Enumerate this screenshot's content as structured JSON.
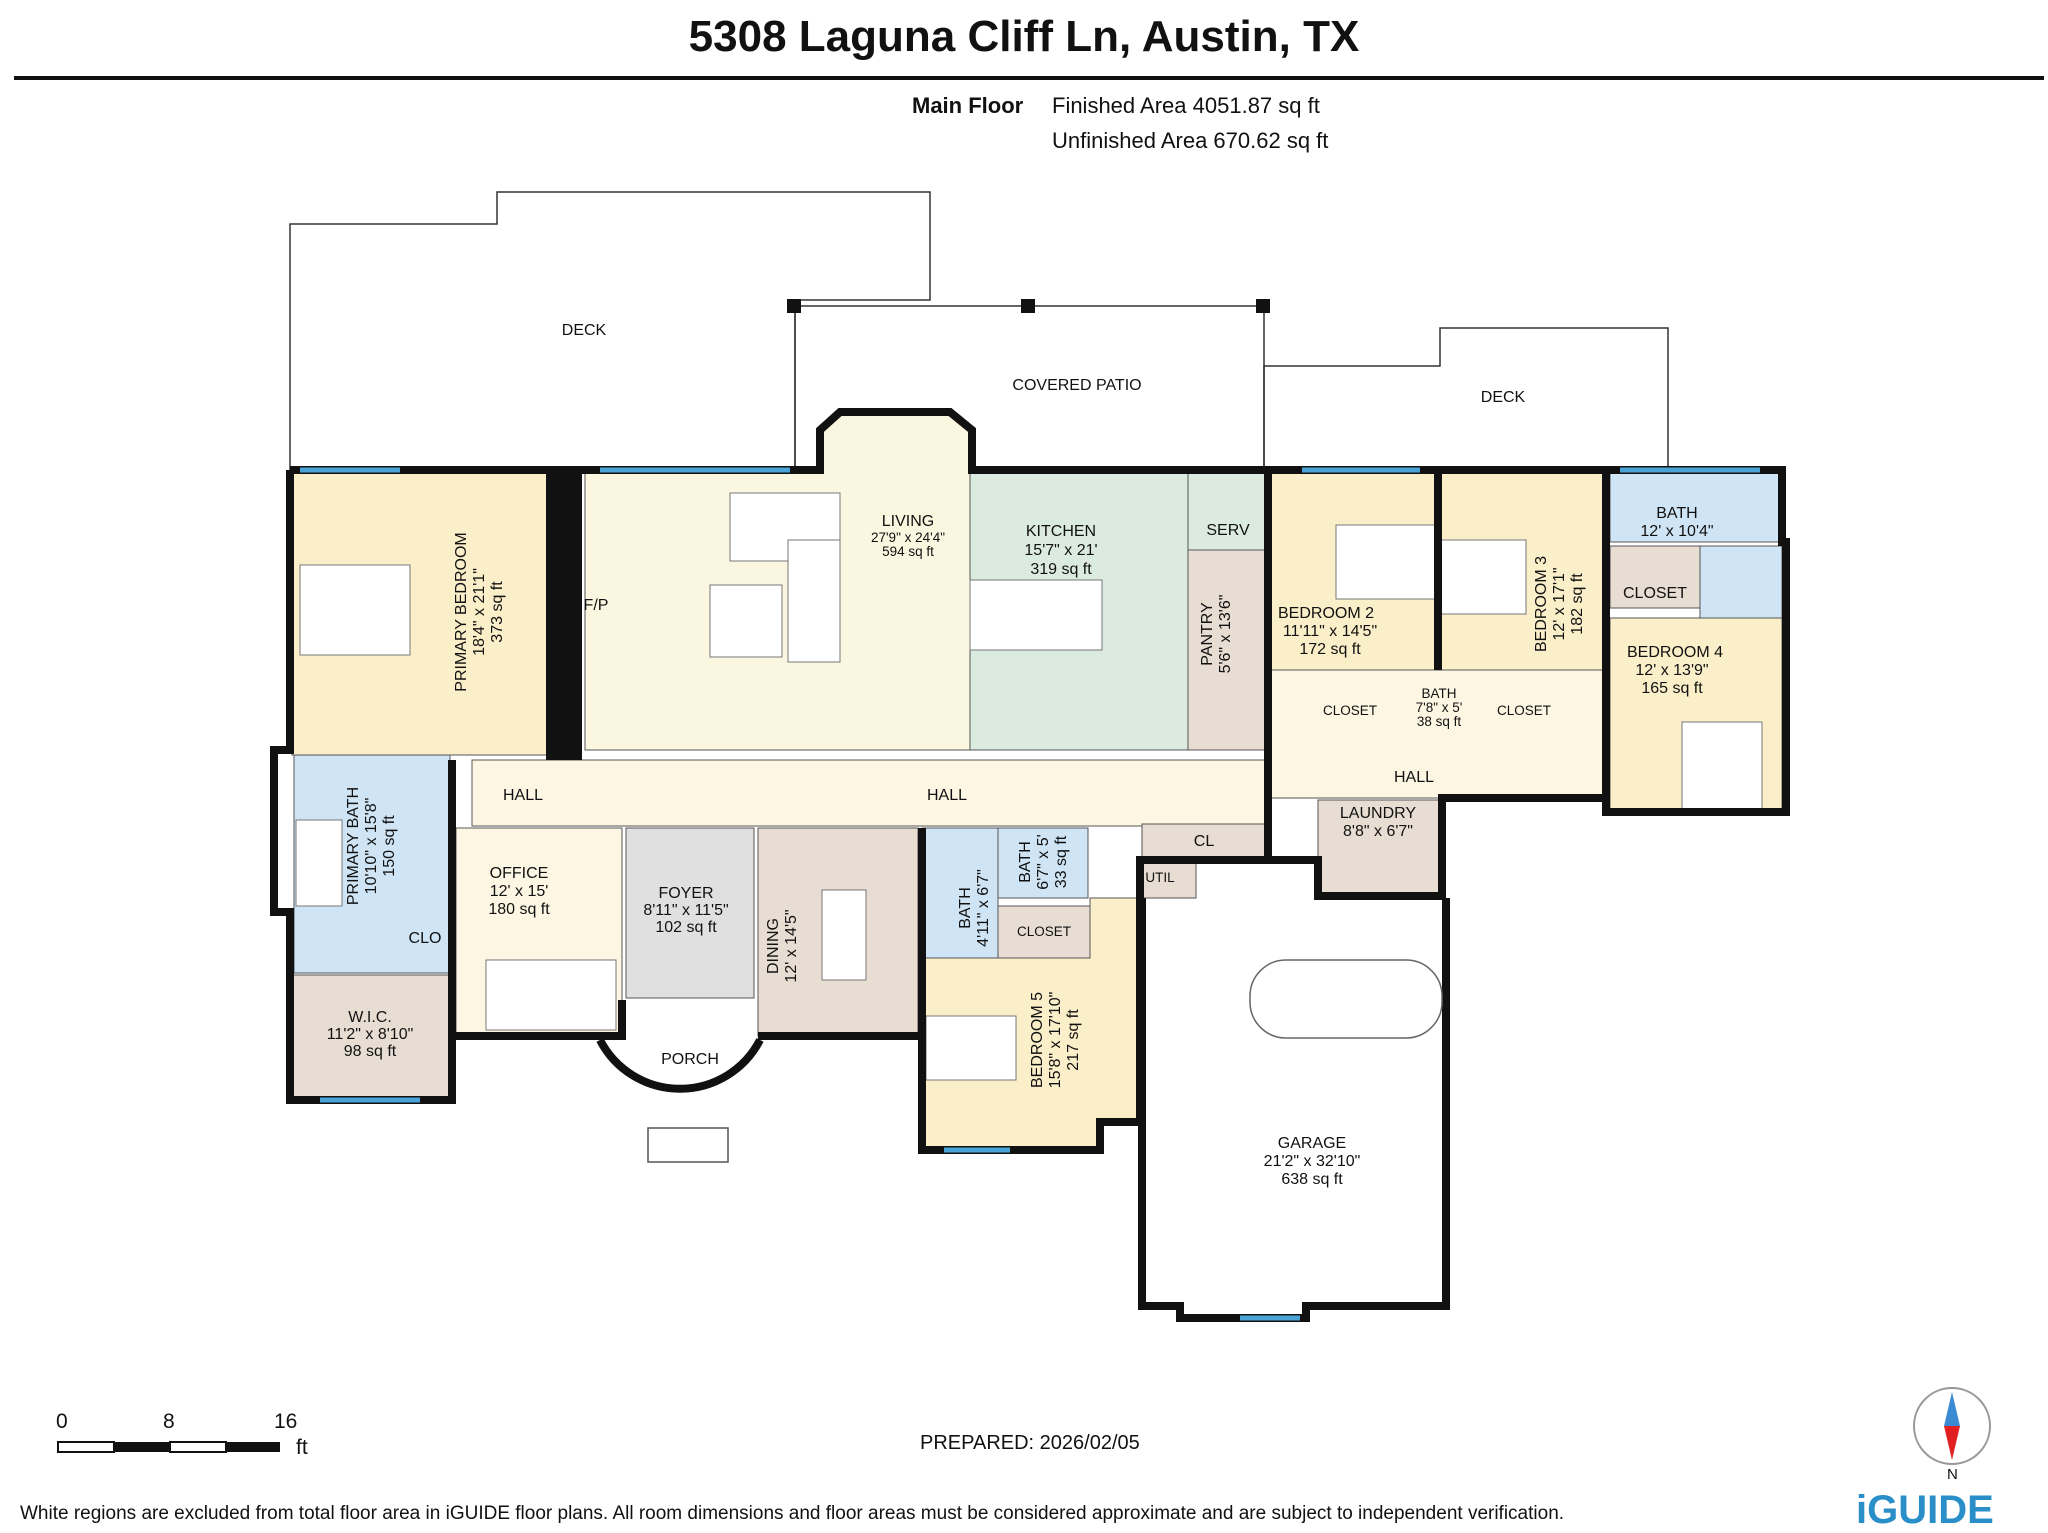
{
  "header": {
    "title": "5308 Laguna Cliff Ln, Austin, TX",
    "floor_name": "Main Floor",
    "finished_area": "Finished Area 4051.87 sq ft",
    "unfinished_area": "Unfinished Area 670.62 sq ft"
  },
  "outdoor": {
    "deck_left": "DECK",
    "covered_patio": "COVERED PATIO",
    "deck_right": "DECK",
    "porch": "PORCH"
  },
  "rooms": {
    "primary_bedroom": {
      "name": "PRIMARY BEDROOM",
      "dims": "18'4\" x 21'1\"",
      "area": "373 sq ft"
    },
    "fireplace": {
      "name": "F/P"
    },
    "living": {
      "name": "LIVING",
      "dims": "27'9\" x 24'4\"",
      "area": "594 sq ft"
    },
    "kitchen": {
      "name": "KITCHEN",
      "dims": "15'7\" x 21'",
      "area": "319 sq ft"
    },
    "serv": {
      "name": "SERV"
    },
    "pantry": {
      "name": "PANTRY",
      "dims": "5'6\" x 13'6\""
    },
    "bedroom2": {
      "name": "BEDROOM 2",
      "dims": "11'11\" x 14'5\"",
      "area": "172 sq ft"
    },
    "bedroom3": {
      "name": "BEDROOM 3",
      "dims": "12' x 17'1\"",
      "area": "182 sq ft"
    },
    "bath_ne": {
      "name": "BATH",
      "dims": "12' x 10'4\""
    },
    "closet_ne": {
      "name": "CLOSET"
    },
    "bedroom4": {
      "name": "BEDROOM 4",
      "dims": "12' x 13'9\"",
      "area": "165 sq ft"
    },
    "closet_b2": {
      "name": "CLOSET"
    },
    "bath_mid": {
      "name": "BATH",
      "dims": "7'8\" x 5'",
      "area": "38 sq ft"
    },
    "closet_b3": {
      "name": "CLOSET"
    },
    "hall_east": {
      "name": "HALL"
    },
    "laundry": {
      "name": "LAUNDRY",
      "dims": "8'8\" x 6'7\""
    },
    "hall_west": {
      "name": "HALL"
    },
    "hall_main": {
      "name": "HALL"
    },
    "primary_bath": {
      "name": "PRIMARY BATH",
      "dims": "10'10\" x 15'8\"",
      "area": "150 sq ft"
    },
    "clo": {
      "name": "CLO"
    },
    "wic": {
      "name": "W.I.C.",
      "dims": "11'2\" x 8'10\"",
      "area": "98 sq ft"
    },
    "office": {
      "name": "OFFICE",
      "dims": "12' x 15'",
      "area": "180 sq ft"
    },
    "foyer": {
      "name": "FOYER",
      "dims": "8'11\" x 11'5\"",
      "area": "102 sq ft"
    },
    "dining": {
      "name": "DINING",
      "dims": "12' x 14'5\""
    },
    "bath_a": {
      "name": "BATH",
      "dims": "4'11\" x 6'7\""
    },
    "bath_b": {
      "name": "BATH",
      "dims": "6'7\" x 5'",
      "area": "33 sq ft"
    },
    "closet_b5": {
      "name": "CLOSET"
    },
    "bedroom5": {
      "name": "BEDROOM 5",
      "dims": "15'8\" x 17'10\"",
      "area": "217 sq ft"
    },
    "cl": {
      "name": "CL"
    },
    "util": {
      "name": "UTIL"
    },
    "garage": {
      "name": "GARAGE",
      "dims": "21'2\" x 32'10\"",
      "area": "638 sq ft"
    }
  },
  "scale": {
    "label_0": "0",
    "label_8": "8",
    "label_16": "16",
    "unit": "ft"
  },
  "footer": {
    "prepared": "PREPARED: 2026/02/05",
    "disclaimer": "White regions are excluded from total floor area in iGUIDE floor plans. All room dimensions and floor areas must be considered approximate and are subject to independent verification.",
    "brand": "iGUIDE",
    "compass_n": "N"
  },
  "colors": {
    "bedroom": "#faefc9",
    "living": "#fbf6df",
    "kitchen": "#dcebdf",
    "bath": "#cfe5f5",
    "closet": "#e7ddd2",
    "foyer": "#e0e0e0",
    "hall": "#fdf6e3",
    "wall": "#111111",
    "window": "#4aa3d8"
  }
}
